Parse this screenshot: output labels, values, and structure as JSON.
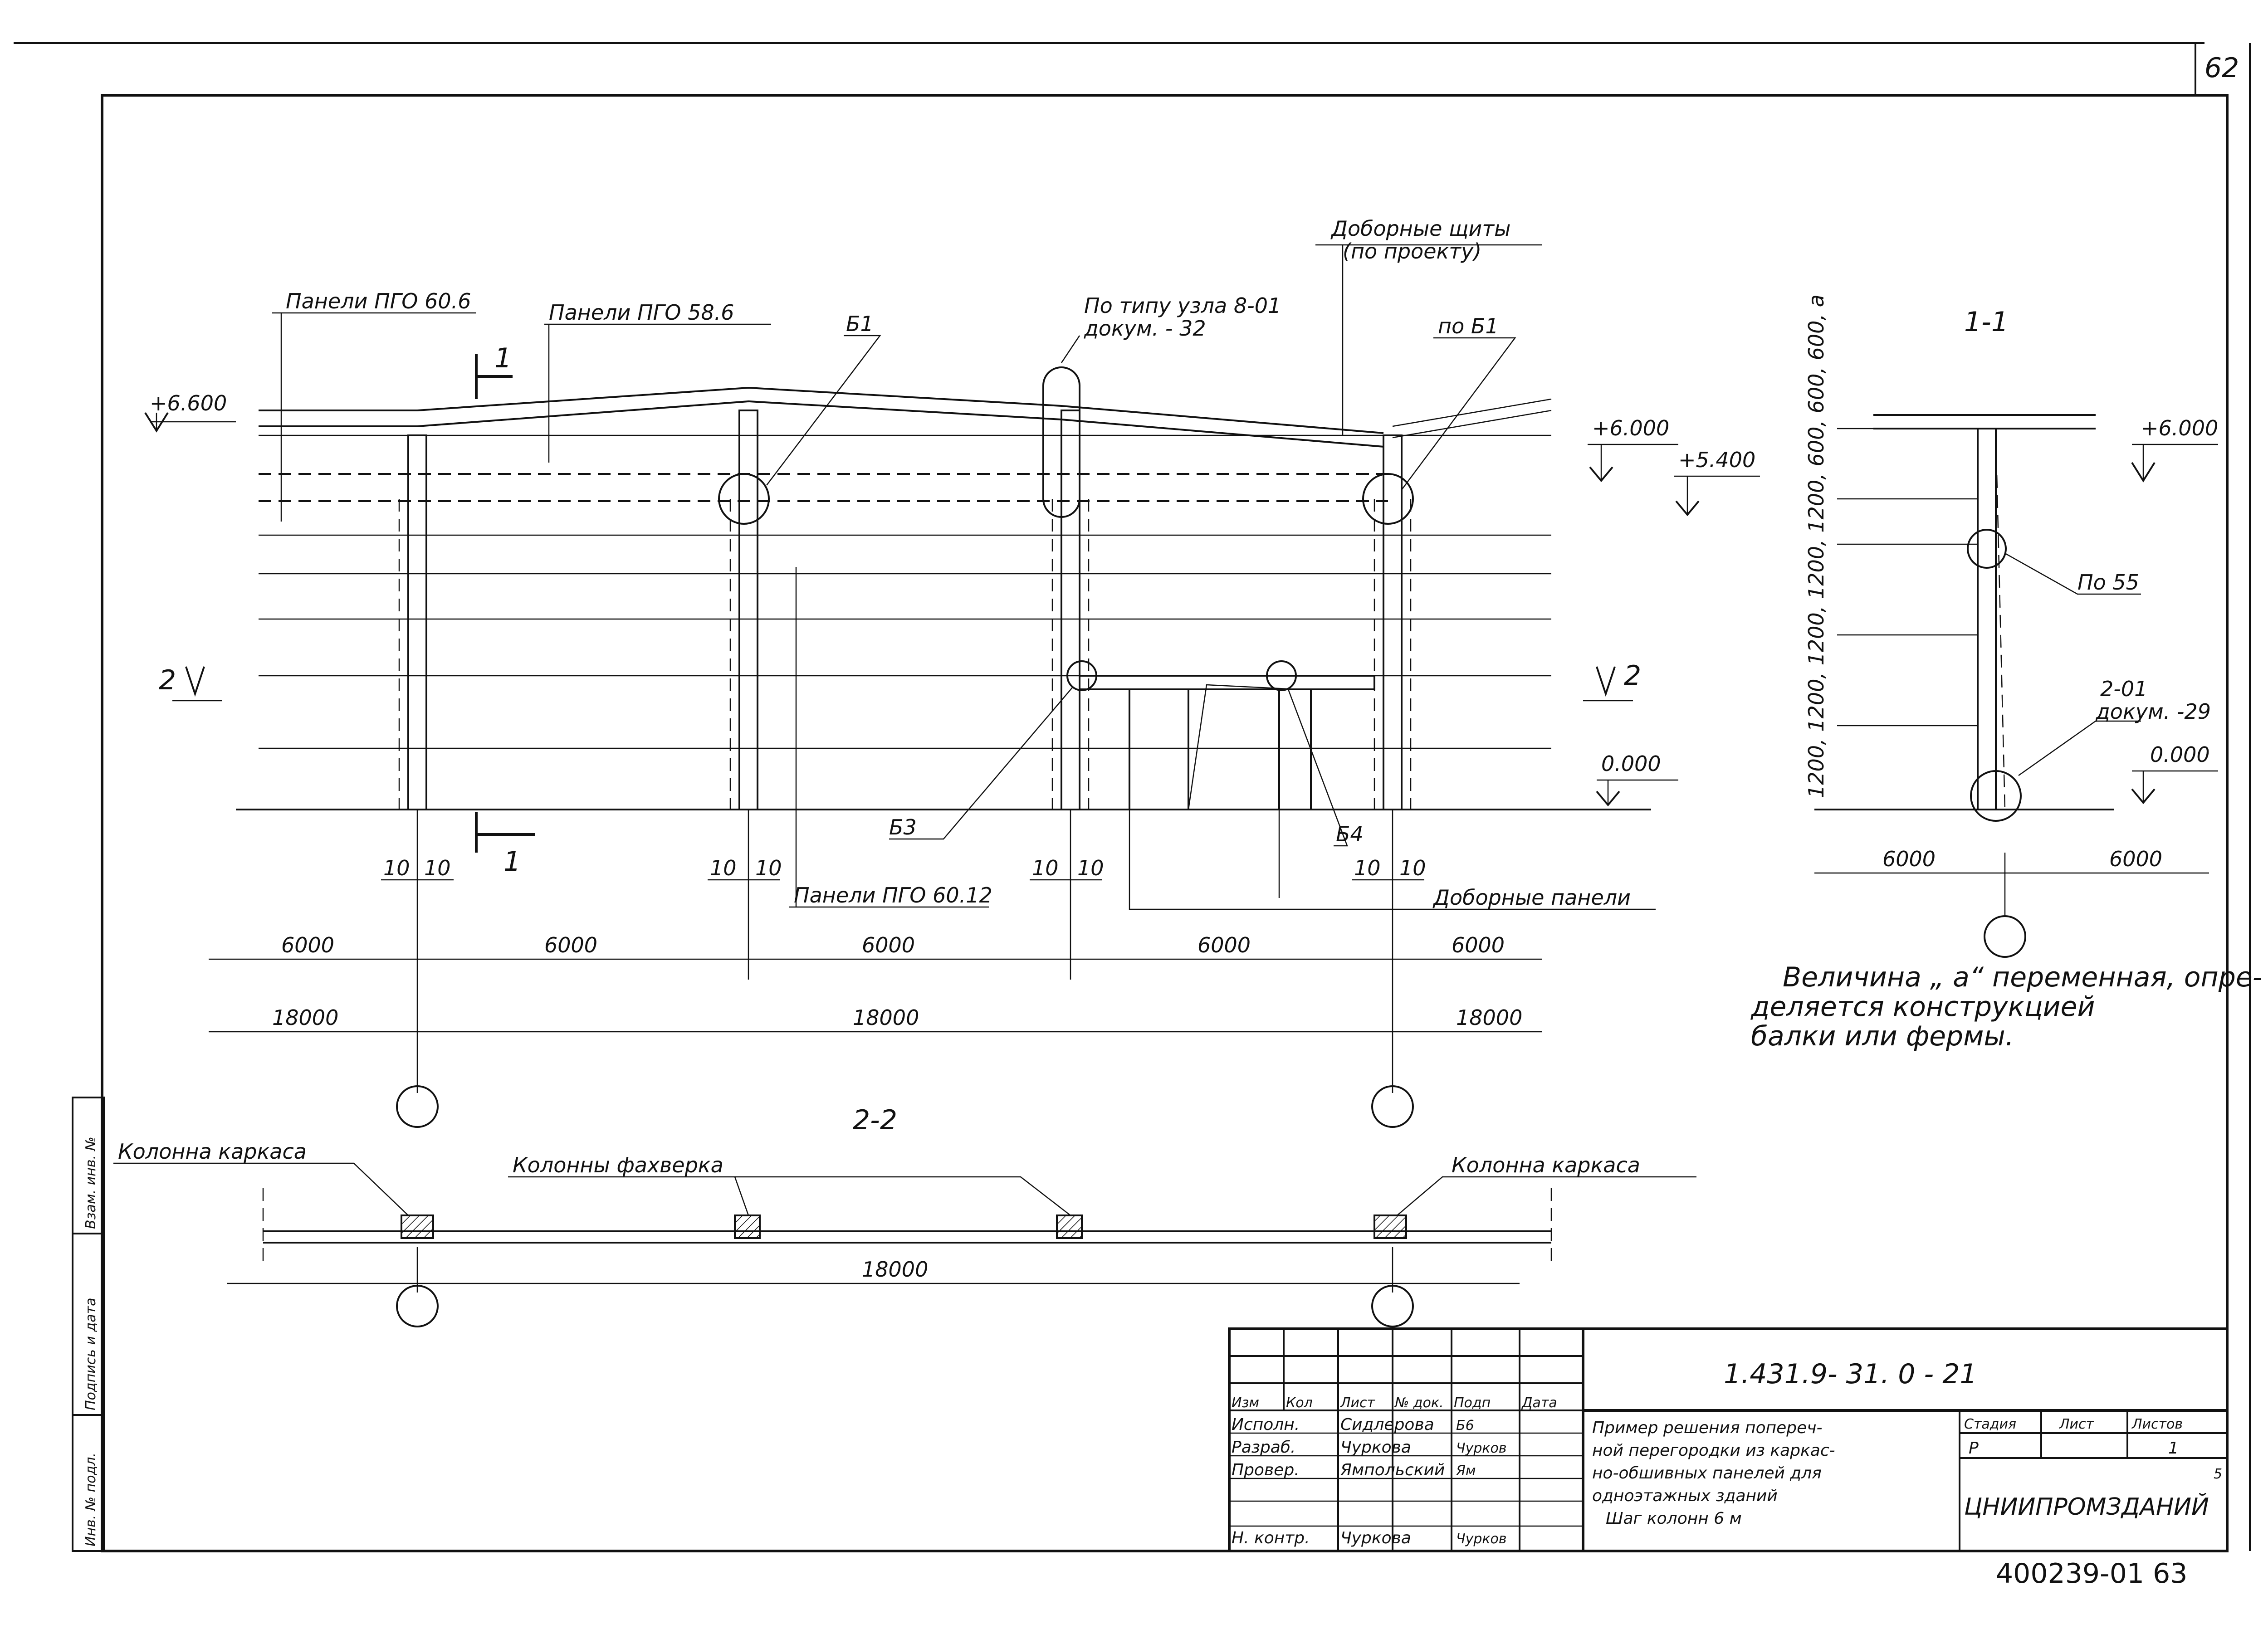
{
  "sheet_number": "62",
  "elevation": {
    "labels": {
      "panels_pgo_60_6": "Панели ПГО 60.6",
      "panels_pgo_58_6": "Панели ПГО 58.6",
      "node_b1": "Б1",
      "node_type_ref_line1": "По типу узла 8-01",
      "node_type_ref_line2": "докум. - 32",
      "extra_shields_line1": "Доборные щиты",
      "extra_shields_line2": "(по проекту)",
      "per_b1": "по Б1",
      "node_b3": "Б3",
      "node_b4": "Б4",
      "panels_pgo_60_12": "Панели ПГО 60.12",
      "extra_panels": "Доборные панели"
    },
    "levels": {
      "left_top": "+6.600",
      "right_top": "+6.000",
      "right_mid": "+5.400",
      "zero": "0.000"
    },
    "section_marks": {
      "sec1_top": "1",
      "sec1_bottom": "1",
      "sec2_left": "2",
      "sec2_right": "2"
    },
    "offsets": [
      "10",
      "10",
      "10",
      "10",
      "10",
      "10",
      "10",
      "10"
    ],
    "dims_row1": [
      "6000",
      "6000",
      "6000",
      "6000",
      "6000"
    ],
    "dims_row2": [
      "18000",
      "18000",
      "18000"
    ]
  },
  "section_1_1": {
    "title": "1-1",
    "level_top": "+6.000",
    "level_zero": "0.000",
    "vertical_dims": "1200, 1200, 1200, 1200, 1200, 600, 600, 600, а",
    "ref_55": "По 55",
    "ref_2_01_line1": "2-01",
    "ref_2_01_line2": "докум. -29",
    "dim_left": "6000",
    "dim_right": "6000",
    "note_line1": "Величина „ а“ переменная, опре-",
    "note_line2": "деляется конструкцией",
    "note_line3": "балки или фермы."
  },
  "section_2_2": {
    "title": "2-2",
    "column_frame_left": "Колонна каркаса",
    "columns_fachwerk": "Колонны фахверка",
    "column_frame_right": "Колонна каркаса",
    "dim": "18000"
  },
  "side_stamp": [
    "Инв. № подл.",
    "Подпись и дата",
    "Взам. инв. №"
  ],
  "title_block": {
    "doc_code": "1.431.9- 31. 0 - 21",
    "header_cells": [
      "Изм",
      "Кол",
      "Лист",
      "№ док.",
      "Подп",
      "Дата"
    ],
    "rows": [
      {
        "role": "Исполн.",
        "name": "Сидлерова",
        "sign": "Б6"
      },
      {
        "role": "Разраб.",
        "name": "Чуркова",
        "sign": "Чурков"
      },
      {
        "role": "Провер.",
        "name": "Ямпольский",
        "sign": "Ям"
      },
      {
        "role": "Н. контр.",
        "name": "Чуркова",
        "sign": "Чурков"
      }
    ],
    "description_lines": [
      "Пример решения попереч-",
      "ной перегородки из каркас-",
      "но-обшивных панелей для",
      "одноэтажных зданий",
      "Шаг колонн 6 м"
    ],
    "stage_label": "Стадия",
    "sheet_label": "Лист",
    "sheets_label": "Листов",
    "stage_value": "Р",
    "sheets_value": "1",
    "small_mark": "5",
    "organization": "ЦНИИПРОМЗДАНИЙ"
  },
  "bottom_code": "400239-01 63"
}
